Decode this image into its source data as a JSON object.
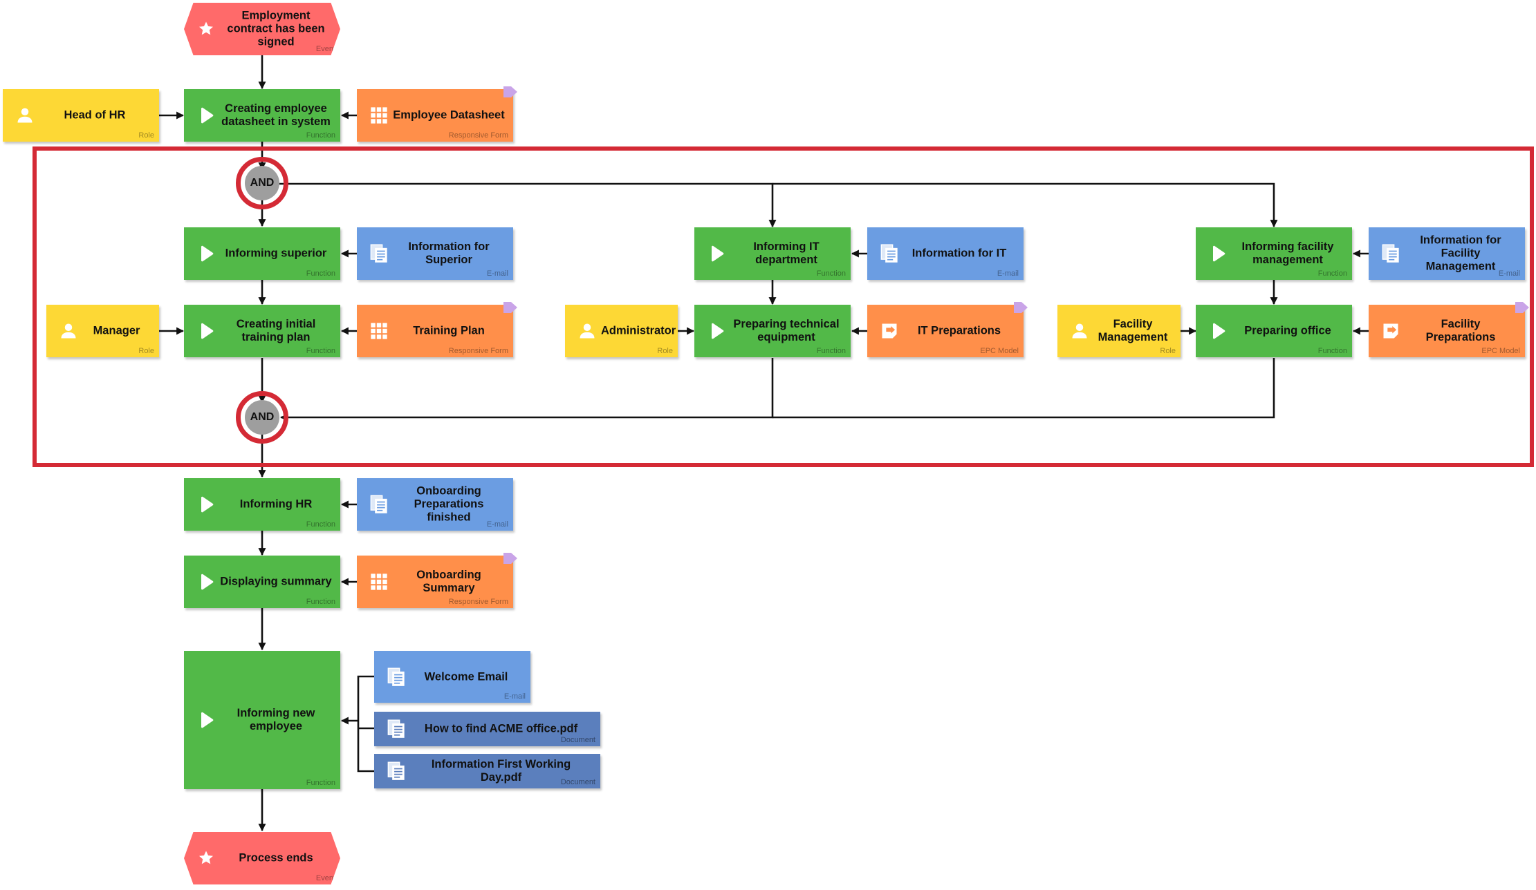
{
  "colors": {
    "event": "#ff6a6a",
    "function": "#52b948",
    "role": "#fdd835",
    "responsive_form": "#ff8f4a",
    "email": "#6b9de2",
    "epc_model": "#ff8f4a",
    "document": "#5b7fbd",
    "gateway": "#9e9e9e",
    "highlight": "#d42a35",
    "connector": "#111111"
  },
  "nodes": {
    "event_contract_signed": {
      "label": "Employment contract has been signed",
      "type": "Event",
      "icon": "star-icon"
    },
    "role_head_of_hr": {
      "label": "Head of HR",
      "type": "Role",
      "icon": "person-icon"
    },
    "fn_creating_datasheet": {
      "label": "Creating employee datasheet in system",
      "type": "Function",
      "icon": "play-icon"
    },
    "form_employee_datasheet": {
      "label": "Employee Datasheet",
      "type": "Responsive Form",
      "icon": "grid-icon"
    },
    "fn_informing_superior": {
      "label": "Informing superior",
      "type": "Function",
      "icon": "play-icon"
    },
    "email_info_superior": {
      "label": "Information for Superior",
      "type": "E-mail",
      "icon": "document-icon"
    },
    "role_manager": {
      "label": "Manager",
      "type": "Role",
      "icon": "person-icon"
    },
    "fn_creating_training": {
      "label": "Creating initial training plan",
      "type": "Function",
      "icon": "play-icon"
    },
    "form_training_plan": {
      "label": "Training Plan",
      "type": "Responsive Form",
      "icon": "grid-icon"
    },
    "fn_informing_it": {
      "label": "Informing IT department",
      "type": "Function",
      "icon": "play-icon"
    },
    "email_info_it": {
      "label": "Information for IT",
      "type": "E-mail",
      "icon": "document-icon"
    },
    "role_administrator": {
      "label": "Administrator",
      "type": "Role",
      "icon": "person-icon"
    },
    "fn_preparing_equipment": {
      "label": "Preparing technical equipment",
      "type": "Function",
      "icon": "play-icon"
    },
    "epc_it_preparations": {
      "label": "IT Preparations",
      "type": "EPC Model",
      "icon": "process-link-icon"
    },
    "fn_informing_facility": {
      "label": "Informing facility management",
      "type": "Function",
      "icon": "play-icon"
    },
    "email_info_facility": {
      "label": "Information for Facility Management",
      "type": "E-mail",
      "icon": "document-icon"
    },
    "role_facility_mgmt": {
      "label": "Facility Management",
      "type": "Role",
      "icon": "person-icon"
    },
    "fn_preparing_office": {
      "label": "Preparing office",
      "type": "Function",
      "icon": "play-icon"
    },
    "epc_facility_preparations": {
      "label": "Facility Preparations",
      "type": "EPC Model",
      "icon": "process-link-icon"
    },
    "fn_informing_hr": {
      "label": "Informing HR",
      "type": "Function",
      "icon": "play-icon"
    },
    "email_onboarding_finished": {
      "label": "Onboarding Preparations finished",
      "type": "E-mail",
      "icon": "document-icon"
    },
    "fn_displaying_summary": {
      "label": "Displaying summary",
      "type": "Function",
      "icon": "play-icon"
    },
    "form_onboarding_summary": {
      "label": "Onboarding Summary",
      "type": "Responsive Form",
      "icon": "grid-icon"
    },
    "fn_informing_new_employee": {
      "label": "Informing new employee",
      "type": "Function",
      "icon": "play-icon"
    },
    "email_welcome": {
      "label": "Welcome Email",
      "type": "E-mail",
      "icon": "document-icon"
    },
    "doc_find_office": {
      "label": "How to find ACME office.pdf",
      "type": "Document",
      "icon": "document-icon"
    },
    "doc_first_day": {
      "label": "Information First Working Day.pdf",
      "type": "Document",
      "icon": "document-icon"
    },
    "event_process_ends": {
      "label": "Process ends",
      "type": "Event",
      "icon": "star-icon"
    }
  },
  "gateways": {
    "split": {
      "label": "AND"
    },
    "join": {
      "label": "AND"
    }
  }
}
